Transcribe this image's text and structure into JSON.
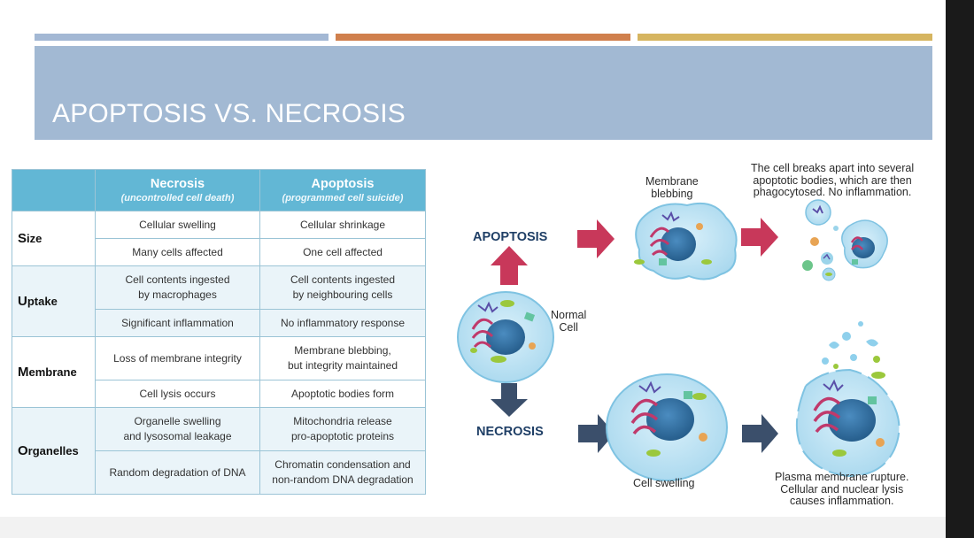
{
  "slide": {
    "title": "APOPTOSIS VS. NECROSIS"
  },
  "table": {
    "headers": [
      {
        "title": "",
        "subtitle": ""
      },
      {
        "title": "Necrosis",
        "subtitle": "(uncontrolled cell death)"
      },
      {
        "title": "Apoptosis",
        "subtitle": "(programmed cell suicide)"
      }
    ],
    "rows": [
      {
        "category_first": "S",
        "category_rest": "ize",
        "items": [
          {
            "necrosis": [
              "Cellular swelling"
            ],
            "apoptosis": [
              "Cellular shrinkage"
            ]
          },
          {
            "necrosis": [
              "Many cells affected"
            ],
            "apoptosis": [
              "One cell affected"
            ]
          }
        ]
      },
      {
        "category_first": "U",
        "category_rest": "ptake",
        "items": [
          {
            "necrosis": [
              "Cell contents ingested",
              "by macrophages"
            ],
            "apoptosis": [
              "Cell contents ingested",
              "by neighbouring cells"
            ]
          },
          {
            "necrosis": [
              "Significant inflammation"
            ],
            "apoptosis": [
              "No inflammatory response"
            ]
          }
        ]
      },
      {
        "category_first": "M",
        "category_rest": "embrane",
        "items": [
          {
            "necrosis": [
              "Loss of membrane integrity"
            ],
            "apoptosis": [
              "Membrane blebbing,",
              "but integrity maintained"
            ]
          },
          {
            "necrosis": [
              "Cell lysis occurs"
            ],
            "apoptosis": [
              "Apoptotic bodies form"
            ]
          }
        ]
      },
      {
        "category_first": "O",
        "category_rest": "rganelles",
        "items": [
          {
            "necrosis": [
              "Organelle swelling",
              "and lysosomal leakage"
            ],
            "apoptosis": [
              "Mitochondria release",
              "pro-apoptotic proteins"
            ]
          },
          {
            "necrosis": [
              "Random degradation of DNA"
            ],
            "apoptosis": [
              "Chromatin condensation and",
              "non-random DNA degradation"
            ]
          }
        ]
      }
    ]
  },
  "diagram": {
    "apoptosis_label": "APOPTOSIS",
    "necrosis_label": "NECROSIS",
    "normal_cell_label": [
      "Normal",
      "Cell"
    ],
    "membrane_blebbing_label": [
      "Membrane",
      "blebbing"
    ],
    "apoptotic_bodies_caption": [
      "The cell breaks apart into several",
      "apoptotic bodies, which are then",
      "phagocytosed. No inflammation."
    ],
    "cell_swelling_label": "Cell swelling",
    "rupture_caption": [
      "Plasma membrane rupture.",
      "Cellular and nuclear lysis",
      "causes inflammation."
    ]
  },
  "colors": {
    "banner": "#a2b9d3",
    "bar_blue": "#a3b8d4",
    "bar_orange": "#d0804d",
    "bar_gold": "#d6b560",
    "table_header": "#62b7d5",
    "apoptosis_arrow": "#c8385a",
    "necrosis_arrow": "#3b4f6b",
    "cell_fill": "#bfe3f3",
    "nucleus": "#2f6fa1"
  }
}
